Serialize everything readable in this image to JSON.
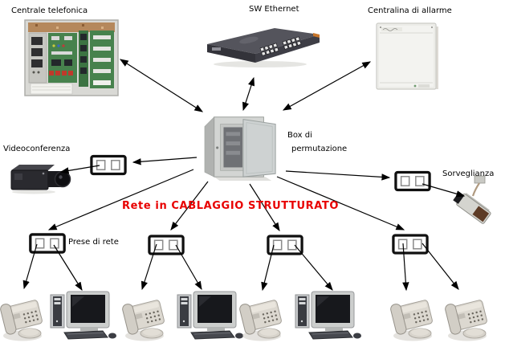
{
  "title": {
    "text": "Rete in CABLAGGIO STRUTTURATO",
    "color": "#e80000"
  },
  "nodes": {
    "centrale_telefonica": {
      "label": "Centrale telefonica",
      "device": "telephone-exchange-cabinet"
    },
    "sw_ethernet": {
      "label": "SW Ethernet",
      "device": "16-port-ethernet-switch"
    },
    "centralina_di_allarme": {
      "label": "Centralina di allarme",
      "device": "alarm-control-panel"
    },
    "box_di_permutazione": {
      "label_line1": "Box di",
      "label_line2": "permutazione",
      "device": "wall-mount-patch-cabinet"
    },
    "videoconferenza": {
      "label": "Videoconferenza",
      "device": "video-camera"
    },
    "sorveglianza": {
      "label": "Sorveglianza",
      "device": "cctv-camera"
    },
    "prese_di_rete": {
      "label": "Prese di rete",
      "device": "rj45-wall-socket"
    }
  },
  "sockets": {
    "total": 6,
    "bottom_row": 4,
    "ports_per_socket": 2
  },
  "bottom_groups": [
    {
      "socket": "presa-1",
      "devices": [
        "telephone",
        "computer"
      ]
    },
    {
      "socket": "presa-2",
      "devices": [
        "telephone",
        "computer"
      ]
    },
    {
      "socket": "presa-3",
      "devices": [
        "telephone",
        "computer"
      ]
    },
    {
      "socket": "presa-4",
      "devices": [
        "telephone",
        "telephone"
      ]
    }
  ],
  "connections": [
    {
      "from": "box_di_permutazione",
      "to": "centrale_telefonica",
      "bidirectional": true
    },
    {
      "from": "box_di_permutazione",
      "to": "sw_ethernet",
      "bidirectional": true
    },
    {
      "from": "box_di_permutazione",
      "to": "centralina_di_allarme",
      "bidirectional": true
    },
    {
      "from": "box_di_permutazione",
      "to": "presa_videoconferenza"
    },
    {
      "from": "presa_videoconferenza",
      "to": "videocamera_videoconferenza"
    },
    {
      "from": "box_di_permutazione",
      "to": "presa_sorveglianza"
    },
    {
      "from": "presa_sorveglianza",
      "to": "telecamera_sorveglianza"
    },
    {
      "from": "box_di_permutazione",
      "to": "presa_1"
    },
    {
      "from": "box_di_permutazione",
      "to": "presa_2"
    },
    {
      "from": "box_di_permutazione",
      "to": "presa_3"
    },
    {
      "from": "box_di_permutazione",
      "to": "presa_4"
    },
    {
      "from": "presa_1",
      "to": "telefono_1"
    },
    {
      "from": "presa_1",
      "to": "computer_1"
    },
    {
      "from": "presa_2",
      "to": "telefono_2"
    },
    {
      "from": "presa_2",
      "to": "computer_2"
    },
    {
      "from": "presa_3",
      "to": "telefono_3"
    },
    {
      "from": "presa_3",
      "to": "computer_3"
    },
    {
      "from": "presa_4",
      "to": "telefono_4"
    },
    {
      "from": "presa_4",
      "to": "telefono_5"
    }
  ],
  "colors": {
    "background": "#ffffff",
    "arrow": "#000000",
    "socket_border": "#101010",
    "title": "#e80000",
    "label": "#000000",
    "pcb_green": "#47824d"
  }
}
